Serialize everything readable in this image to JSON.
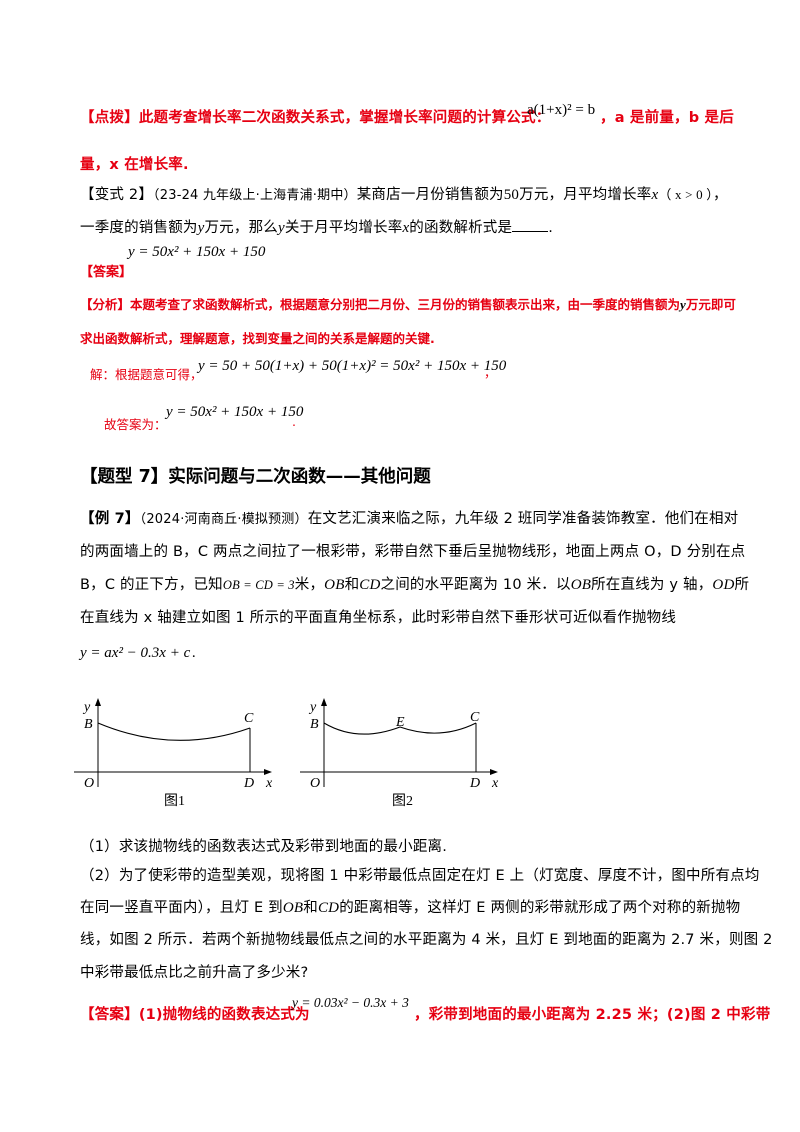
{
  "tip": {
    "tag": "【点拨】",
    "text": "此题考查增长率二次函数关系式，掌握增长率问题的计算公式：",
    "formula": "a(1+x)² = b",
    "tail": "，a 是前量，b 是后",
    "line2": "量，x 在增长率."
  },
  "variant": {
    "tag": "【变式 2】",
    "source": "（23-24 九年级上·上海青浦·期中）",
    "text1": "某商店一月份销售额为",
    "num": "50",
    "text2": "万元，月平均增长率",
    "var_x": "x",
    "cond": "（ x > 0 ）",
    "tail1": "，",
    "line2a": "一季度的销售额为",
    "var_y": "y",
    "line2b": "万元，那么",
    "line2c": "关于月平均增长率",
    "line2d": "的函数解析式是",
    "line2e": "."
  },
  "answer1": {
    "tag": "【答案】",
    "formula": "y = 50x² + 150x + 150"
  },
  "analysis": {
    "tag": "【分析】",
    "text1": "本题考查了求函数解析式，根据题意分别把二月份、三月份的销售额表示出来，由一季度的销售额为",
    "var_y": "y",
    "text2": "万元即可",
    "line2": "求出函数解析式，理解题意，找到变量之间的关系是解题的关键."
  },
  "solution": {
    "label": "解：根据题意可得，",
    "formula": "y = 50 + 50(1+x) + 50(1+x)² = 50x² + 150x + 150",
    "tail": "，",
    "label2": "故答案为：",
    "formula2": "y = 50x² + 150x + 150",
    "tail2": "."
  },
  "section": {
    "title": "【题型 7】实际问题与二次函数——其他问题"
  },
  "example": {
    "tag": "【例 7】",
    "source": "（2024·河南商丘·模拟预测）",
    "line1": "在文艺汇演来临之际，九年级 2 班同学准备装饰教室．他们在相对",
    "line2": "的两面墙上的 B，C 两点之间拉了一根彩带，彩带自然下垂后呈抛物线形，地面上两点 O，D 分别在点",
    "line3a": "B，C 的正下方，已知",
    "line3f": "OB = CD = 3",
    "line3b": "米，",
    "line3c": "OB",
    "line3d": "和",
    "line3e": "CD",
    "line3g": "之间的水平距离为 10 米．以",
    "line3h": "OB",
    "line3i": "所在直线为 y 轴，",
    "line3j": "OD",
    "line3k": "所",
    "line4": "在直线为 x 轴建立如图 1 所示的平面直角坐标系，此时彩带自然下垂形状可近似看作抛物线",
    "formula": "y = ax² − 0.3x + c",
    "formula_tail": "."
  },
  "figures": {
    "fig1": {
      "caption": "图1",
      "labels": {
        "y": "y",
        "x": "x",
        "B": "B",
        "C": "C",
        "O": "O",
        "D": "D"
      }
    },
    "fig2": {
      "caption": "图2",
      "labels": {
        "y": "y",
        "x": "x",
        "B": "B",
        "C": "C",
        "O": "O",
        "D": "D",
        "E": "E"
      }
    }
  },
  "questions": {
    "q1": "（1）求该抛物线的函数表达式及彩带到地面的最小距离.",
    "q2_l1": "（2）为了使彩带的造型美观，现将图 1 中彩带最低点固定在灯 E 上（灯宽度、厚度不计，图中所有点均",
    "q2_l2a": "在同一竖直平面内），且灯 E 到",
    "q2_l2b": "OB",
    "q2_l2c": "和",
    "q2_l2d": "CD",
    "q2_l2e": "的距离相等，这样灯 E 两侧的彩带就形成了两个对称的新抛物",
    "q2_l3": "线，如图 2 所示．若两个新抛物线最低点之间的水平距离为 4 米，且灯 E 到地面的距离为 2.7 米，则图 2",
    "q2_l4": "中彩带最低点比之前升高了多少米?"
  },
  "answer2": {
    "tag": "【答案】",
    "text1": "(1)抛物线的函数表达式为",
    "formula": "y = 0.03x² − 0.3x + 3",
    "text2": "，彩带到地面的最小距离为 2.25 米；(2)图 2 中彩带"
  }
}
